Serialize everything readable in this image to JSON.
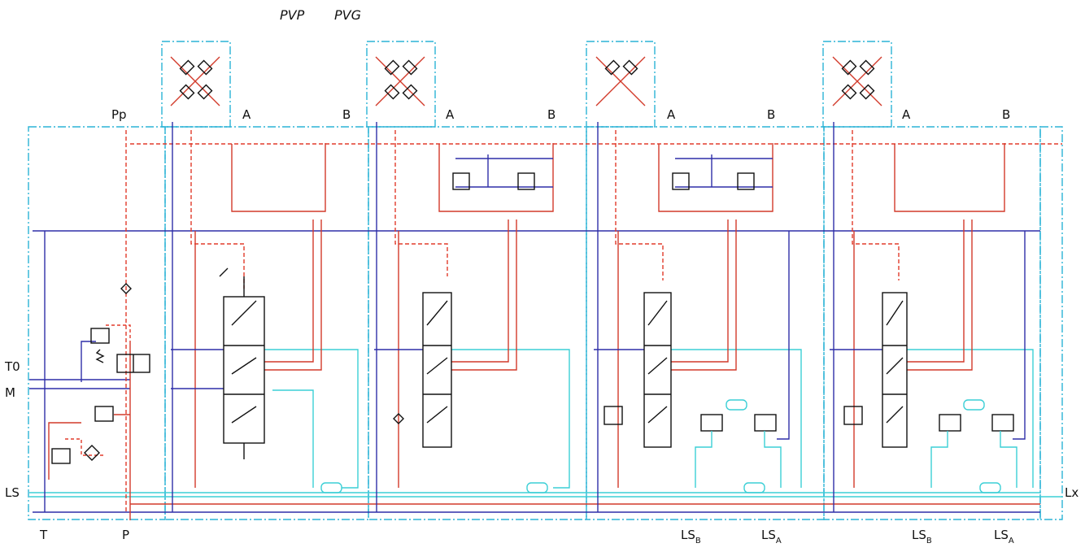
{
  "header": {
    "pvp": "PVP",
    "pvg": "PVG"
  },
  "ports": {
    "pp": "Pp",
    "t0": "T0",
    "m": "M",
    "ls": "LS",
    "t": "T",
    "p": "P",
    "lx": "Lx",
    "ls_main": "LS",
    "sub_b": "B",
    "sub_a": "A"
  },
  "sections": [
    {
      "a": "A",
      "b": "B"
    },
    {
      "a": "A",
      "b": "B"
    },
    {
      "a": "A",
      "b": "B"
    },
    {
      "a": "A",
      "b": "B"
    }
  ],
  "colors": {
    "pressure": "#d23a2a",
    "tank": "#2f2fa8",
    "pilot": "#e23b2b",
    "load_sense": "#3ccfd6",
    "boundary": "#2bb3d6",
    "symbol": "#111111"
  }
}
